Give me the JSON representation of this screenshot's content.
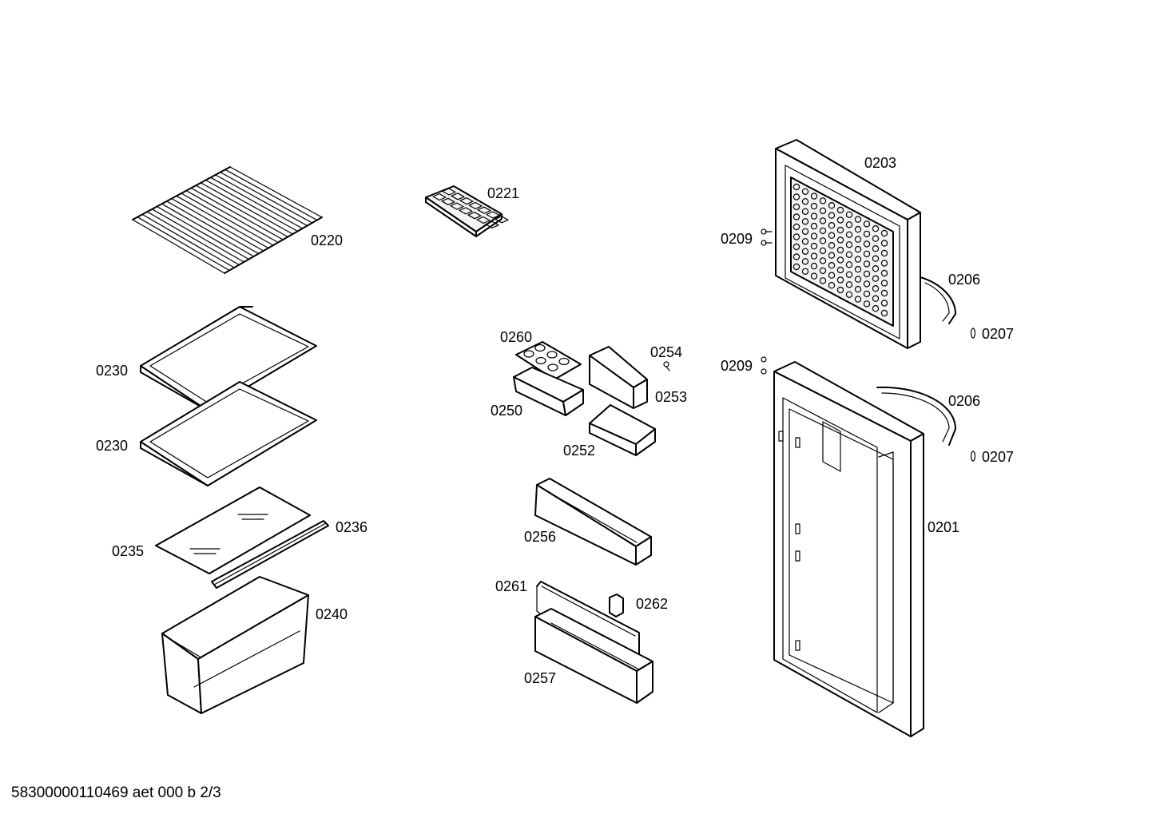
{
  "labels": {
    "p0220": "0220",
    "p0221": "0221",
    "p0230a": "0230",
    "p0230b": "0230",
    "p0235": "0235",
    "p0236": "0236",
    "p0240": "0240",
    "p0260": "0260",
    "p0254": "0254",
    "p0250": "0250",
    "p0253": "0253",
    "p0252": "0252",
    "p0256": "0256",
    "p0261": "0261",
    "p0262": "0262",
    "p0257": "0257",
    "p0203": "0203",
    "p0209a": "0209",
    "p0206a": "0206",
    "p0207a": "0207",
    "p0209b": "0209",
    "p0206b": "0206",
    "p0207b": "0207",
    "p0201": "0201"
  },
  "footer": "58300000110469 aet 000 b 2/3"
}
